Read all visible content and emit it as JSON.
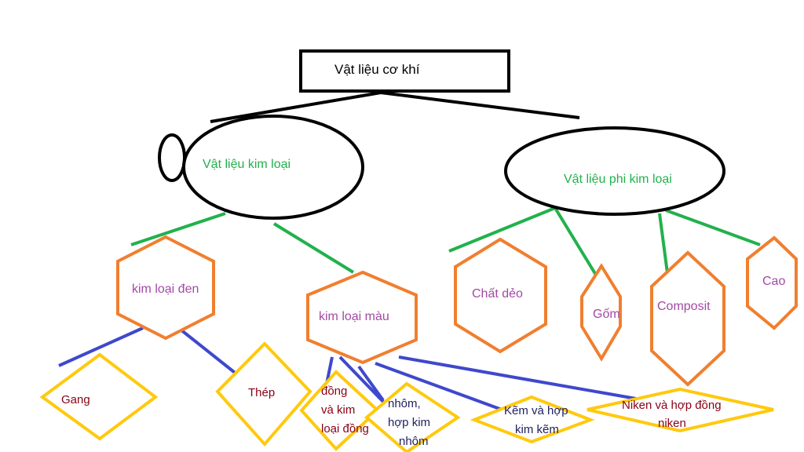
{
  "colors": {
    "black": "#000000",
    "green": "#22b14c",
    "orange": "#f07f2f",
    "yellow": "#ffc90e",
    "blue": "#3f48cc",
    "green_text": "#22b14c",
    "purple_text": "#a349a4",
    "red_text": "#880015",
    "navy_text": "#1f1f5f"
  },
  "root": {
    "label": "Vật liệu cơ khí"
  },
  "level1": {
    "metal": {
      "label": "Vật liệu kim loại"
    },
    "nonmetal": {
      "label": "Vật liệu phi kim loại"
    }
  },
  "level2": {
    "ferrous": {
      "label": "kim loại đen"
    },
    "nonferrous": {
      "label": "kim loại màu"
    },
    "plastic": {
      "label": "Chất dẻo"
    },
    "ceramic": {
      "label": "Gốm"
    },
    "composite": {
      "label": "Composit"
    },
    "rubber": {
      "label": "Cao"
    }
  },
  "level3": {
    "gang": {
      "label": "Gang"
    },
    "thep": {
      "label": "Thép"
    },
    "dong": {
      "lines": [
        "đồng",
        "và kim",
        "loại đồng"
      ]
    },
    "nhom": {
      "lines": [
        "nhôm,",
        "hợp kim",
        "nhôm"
      ]
    },
    "kem": {
      "lines": [
        "Kẽm và hợp",
        "kim kẽm"
      ]
    },
    "niken": {
      "lines": [
        "Niken và hợp đồng",
        "niken"
      ]
    }
  }
}
